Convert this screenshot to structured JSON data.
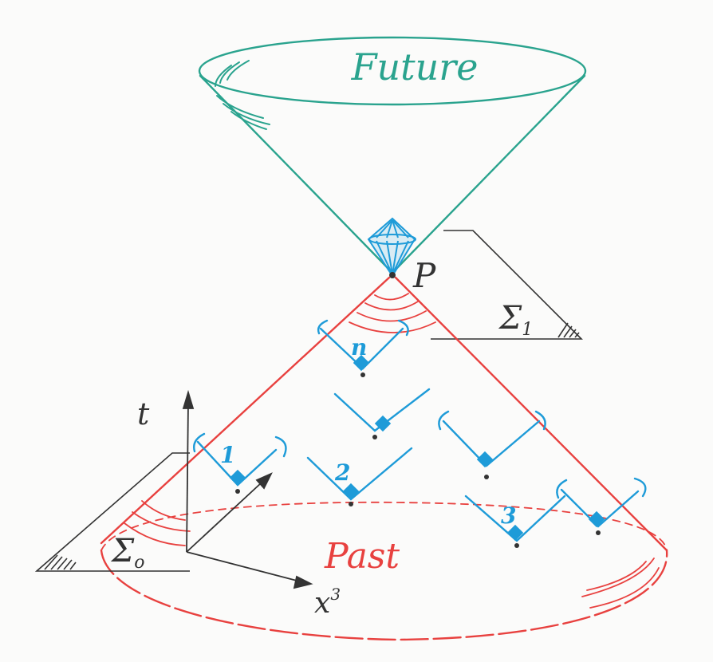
{
  "labels": {
    "future": "Future",
    "past": "Past",
    "point": "P",
    "sigma1_letter": "Σ",
    "sigma1_sub": "1",
    "sigma0_letter": "Σ",
    "sigma0_sub": "o",
    "t_axis": "t",
    "x3_base": "x",
    "x3_sup": "3",
    "observer_n": "n",
    "observer_1": "1",
    "observer_2": "2",
    "observer_3": "3"
  },
  "colors": {
    "future_cone": "#2aa38e",
    "past_cone": "#e8413f",
    "observers": "#1e9bd8",
    "axes_and_planes": "#333333",
    "paper": "#fbfbfa"
  }
}
